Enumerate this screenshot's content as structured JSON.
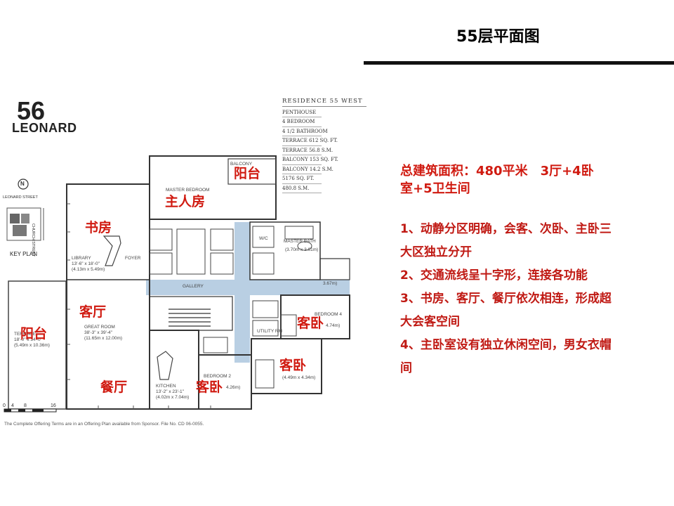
{
  "slide": {
    "title": "55层平面图"
  },
  "logo": {
    "number": "56",
    "name": "LEONARD"
  },
  "spec": {
    "title": "RESIDENCE 55 WEST",
    "rows": [
      "PENTHOUSE",
      "4 BEDROOM",
      "4 1/2 BATHROOM",
      "TERRACE 612 SQ. FT.",
      "TERRACE 56.8 S.M.",
      "BALCONY 153 SQ. FT.",
      "BALCONY 14.2 S.M.",
      "5176 SQ. FT.",
      "480.8 S.M."
    ]
  },
  "key_plan": {
    "label": "KEY PLAN",
    "street_1": "LEONARD STREET",
    "street_2": "CHURCH STREET",
    "north": "N"
  },
  "rooms": {
    "master_bedroom": "MASTER BEDROOM",
    "balcony": "BALCONY",
    "library": "LIBRARY",
    "library_dim": "13'-6\" x 18'-0\"",
    "library_m": "(4.13m x 5.49m)",
    "foyer": "FOYER",
    "gallery": "GALLERY",
    "great_room": "GREAT ROOM",
    "great_room_dim": "38'-3\" x 39'-4\"",
    "great_room_m": "(11.65m x 12.00m)",
    "terrace": "TERRACE",
    "terrace_dim": "18'-0\" x 34'-0\"",
    "terrace_m": "(5.49m x 10.36m)",
    "kitchen": "KITCHEN",
    "kitchen_dim": "13'-2\" x 23'-1\"",
    "kitchen_m": "(4.02m x 7.04m)",
    "bedroom_2": "BEDROOM 2",
    "bedroom_2_m": "4.26m)",
    "bedroom_3_m": "(4.49m x 4.34m)",
    "bedroom_4": "BEDROOM 4",
    "bedroom_4_m": "4.74m)",
    "bedroom_4_extra": "3.67m)",
    "master_bath": "MASTER BATH",
    "master_bath_m": "(3.70m x 3.61m)",
    "utility": "UTILITY RM",
    "wc": "W/C"
  },
  "labels": {
    "balcony_cn": "阳台",
    "master_cn": "主人房",
    "library_cn": "书房",
    "living_cn": "客厅",
    "terrace_cn": "阳台",
    "dining_cn": "餐厅",
    "guest_a": "客卧",
    "guest_b": "客卧",
    "guest_c": "客卧"
  },
  "scale": {
    "ticks": [
      "0",
      "4",
      "8",
      "16"
    ]
  },
  "footnote": "The Complete Offering Terms are in an Offering Plan available from Sponsor. File No. CD 06-0055.",
  "summary": {
    "line1": "总建筑面积：480平米　3厅+4卧",
    "line2": "室+5卫生间"
  },
  "points": [
    "1、动静分区明确，会客、次卧、主卧三",
    "大区独立分开",
    "2、交通流线呈十字形，连接各功能",
    "3、书房、客厅、餐厅依次相连，形成超",
    "大会客空间",
    "4、主卧室设有独立休闲空间，男女衣帽",
    "间"
  ],
  "colors": {
    "accent_red": "#d01a10",
    "corridor_blue": "#b9cfe3",
    "wall": "#333333"
  }
}
